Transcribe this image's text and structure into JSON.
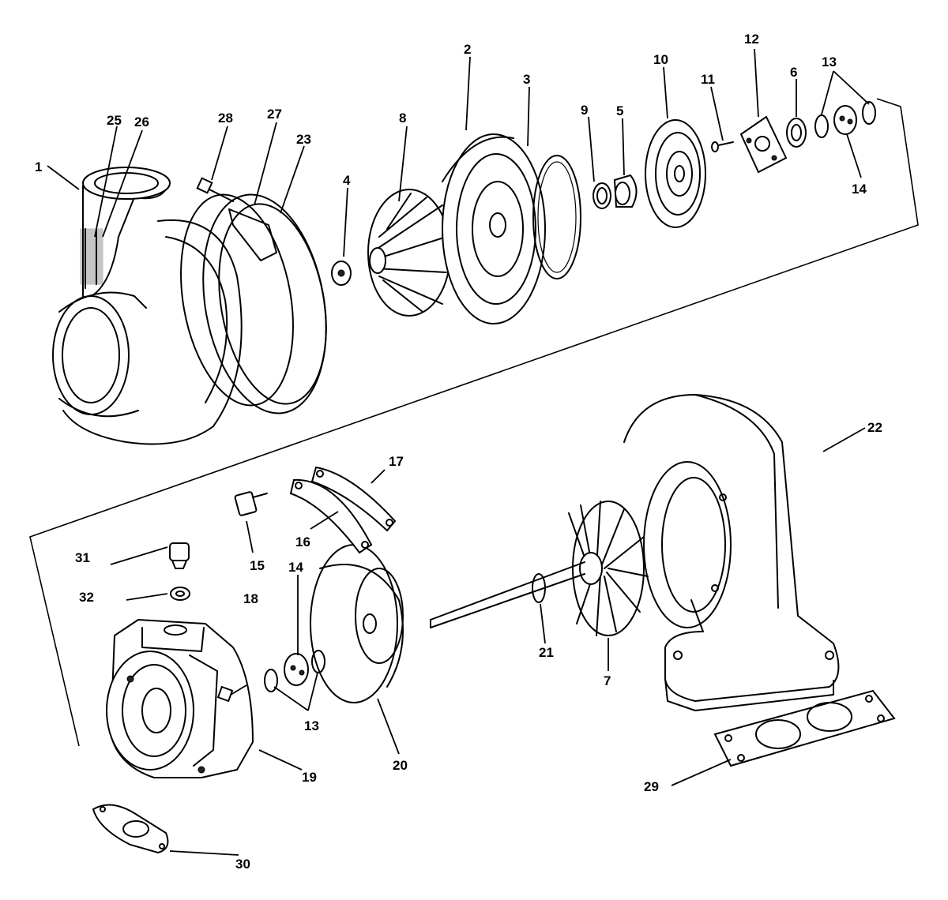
{
  "labels": {
    "p1": "1",
    "p2": "2",
    "p3": "3",
    "p4": "4",
    "p5": "5",
    "p6": "6",
    "p7": "7",
    "p8": "8",
    "p9": "9",
    "p10": "10",
    "p11": "11",
    "p12": "12",
    "p13a": "13",
    "p13b": "13",
    "p14a": "14",
    "p14b": "14",
    "p15": "15",
    "p16": "16",
    "p17": "17",
    "p18": "18",
    "p19": "19",
    "p20": "20",
    "p21": "21",
    "p22": "22",
    "p23": "23",
    "p25": "25",
    "p26": "26",
    "p27": "27",
    "p28": "28",
    "p29": "29",
    "p30": "30",
    "p31": "31",
    "p32": "32"
  },
  "colors": {
    "ink": "#000000",
    "paper": "#ffffff"
  }
}
